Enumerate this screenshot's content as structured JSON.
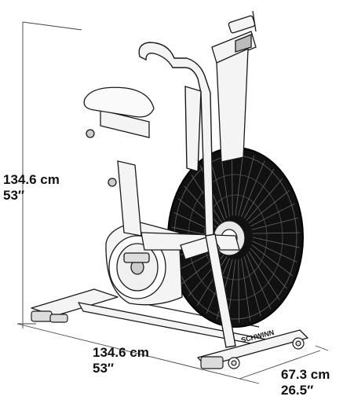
{
  "dimensions": {
    "height": {
      "metric": "134.6 cm",
      "imperial": "53″"
    },
    "length": {
      "metric": "134.6 cm",
      "imperial": "53″"
    },
    "width": {
      "metric": "67.3 cm",
      "imperial": "26.5″"
    }
  },
  "brand": {
    "logo_text": "SCHWINN"
  },
  "colors": {
    "line": "#1a1a1a",
    "fan": "#111111",
    "frame_fill": "#f4f4f4",
    "background": "#ffffff"
  }
}
